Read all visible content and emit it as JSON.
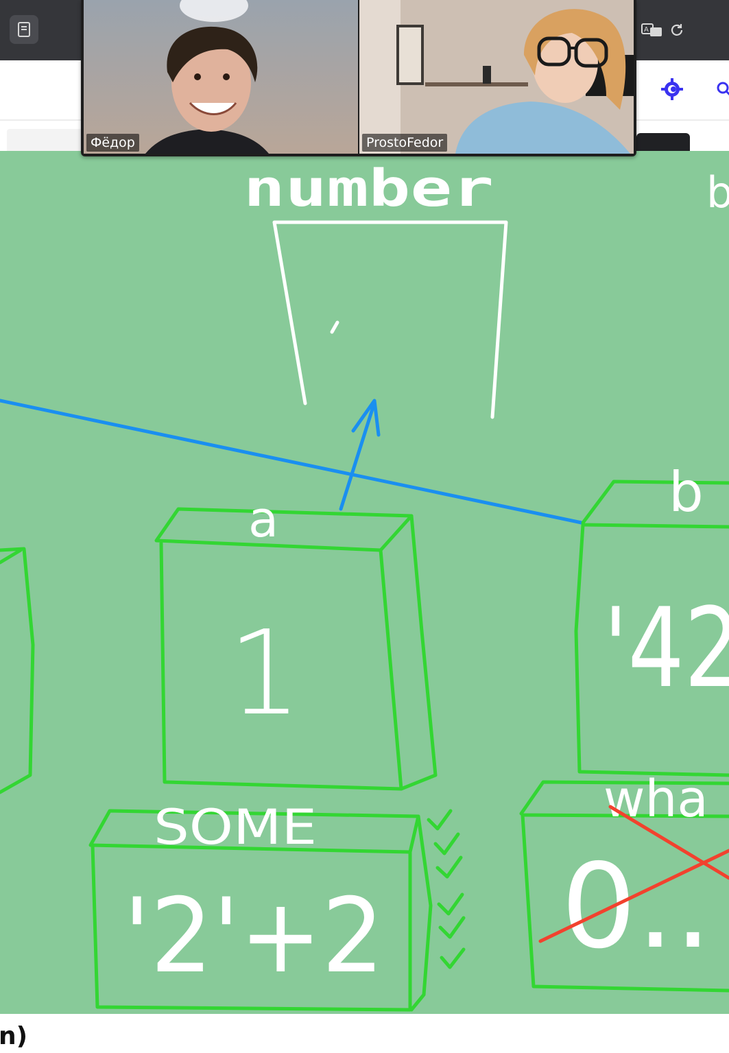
{
  "participants": [
    {
      "name": "Фёдор"
    },
    {
      "name": "ProstoFedor"
    }
  ],
  "whiteboard": {
    "variable_type_label": "number",
    "var_a": {
      "label": "a",
      "value": "1"
    },
    "var_some": {
      "label": "SOME",
      "value": "'2'+2"
    },
    "var_b": {
      "label": "b",
      "value": "'42"
    },
    "var_what": {
      "label": "wha",
      "value": "0.."
    }
  },
  "footer": {
    "text": "n)"
  },
  "icons": {
    "left": "reader-icon",
    "right": [
      "translate-icon",
      "reload-icon",
      "extension-icon",
      "search-icon"
    ]
  },
  "colors": {
    "board": "#88ca99",
    "box_stroke": "#33d633",
    "arrow_blue": "#1a8ff0",
    "cross_red": "#f2422e",
    "chalk": "#ffffff"
  }
}
